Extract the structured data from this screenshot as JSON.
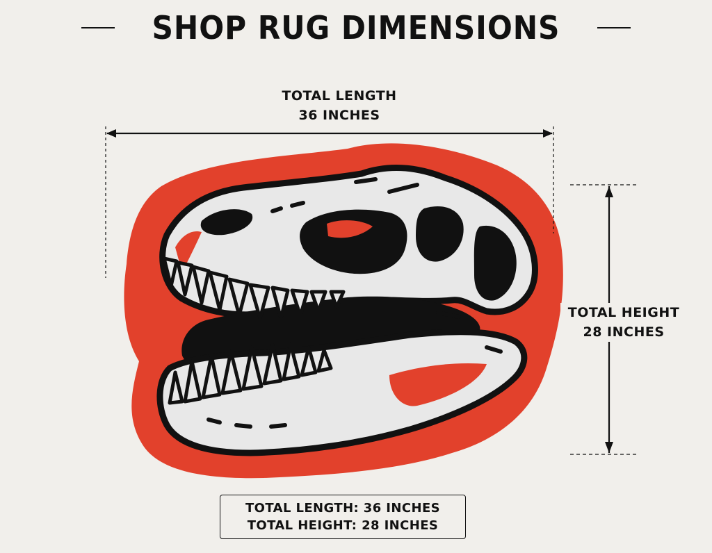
{
  "header": {
    "title": "SHOP RUG DIMENSIONS"
  },
  "dimensions": {
    "length_label_line1": "TOTAL LENGTH",
    "length_label_line2": "36 INCHES",
    "height_label_line1": "TOTAL HEIGHT",
    "height_label_line2": "28 INCHES"
  },
  "summary": {
    "length_line": "TOTAL LENGTH: 36 INCHES",
    "height_line": "TOTAL HEIGHT: 28 INCHES"
  },
  "product": {
    "image_icon": "t-rex-skull-rug",
    "colors": {
      "rug_red": "#e2412c",
      "bone": "#e9e9e9",
      "ink": "#111111",
      "background": "#f1efeb"
    }
  }
}
